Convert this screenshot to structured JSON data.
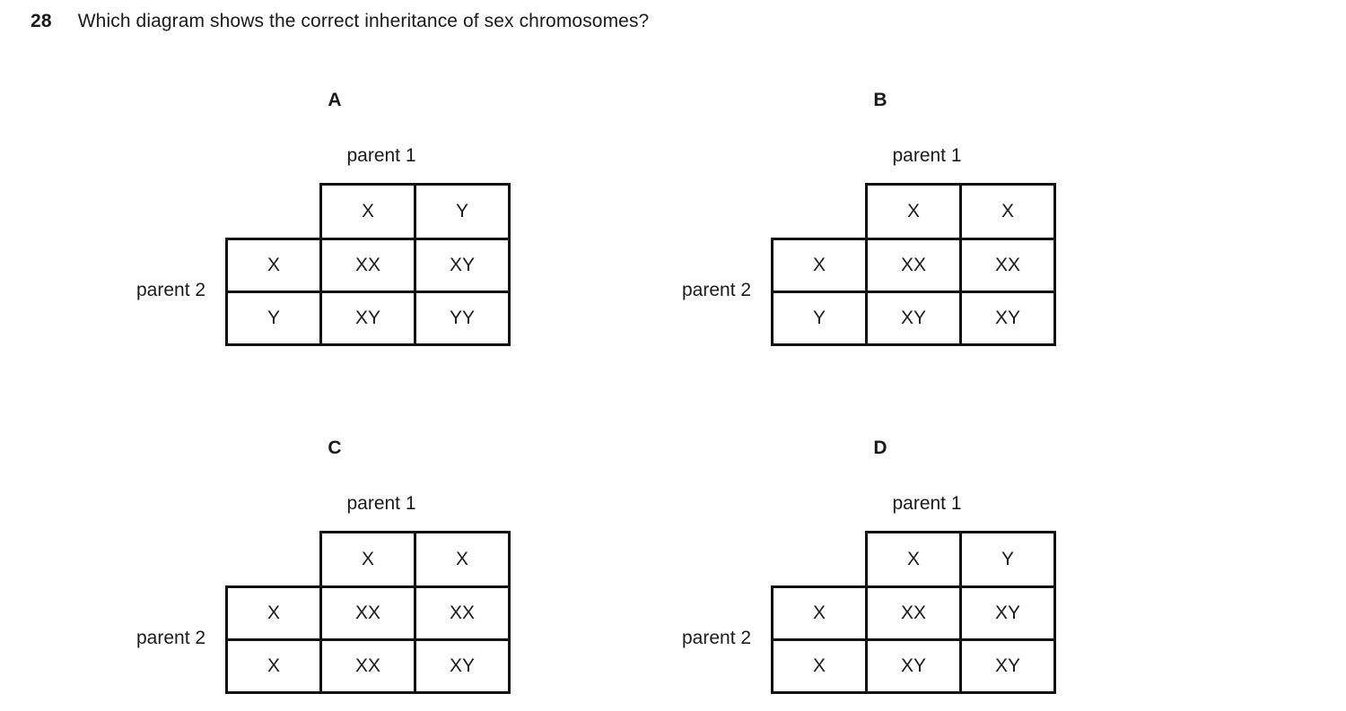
{
  "question": {
    "number": "28",
    "text": "Which diagram shows the correct inheritance of sex chromosomes?"
  },
  "labels": {
    "parent1": "parent 1",
    "parent2": "parent 2"
  },
  "style": {
    "border_color": "#111111",
    "text_color": "#1a1a1a",
    "background": "#ffffff"
  },
  "options": [
    {
      "letter": "A",
      "parent1_label": "parent 1",
      "parent2_label": "parent 2",
      "parent1_alleles": [
        "X",
        "Y"
      ],
      "parent2_alleles": [
        "X",
        "Y"
      ],
      "offspring": [
        [
          "XX",
          "XY"
        ],
        [
          "XY",
          "YY"
        ]
      ]
    },
    {
      "letter": "B",
      "parent1_label": "parent 1",
      "parent2_label": "parent 2",
      "parent1_alleles": [
        "X",
        "X"
      ],
      "parent2_alleles": [
        "X",
        "Y"
      ],
      "offspring": [
        [
          "XX",
          "XX"
        ],
        [
          "XY",
          "XY"
        ]
      ]
    },
    {
      "letter": "C",
      "parent1_label": "parent 1",
      "parent2_label": "parent 2",
      "parent1_alleles": [
        "X",
        "X"
      ],
      "parent2_alleles": [
        "X",
        "X"
      ],
      "offspring": [
        [
          "XX",
          "XX"
        ],
        [
          "XX",
          "XY"
        ]
      ]
    },
    {
      "letter": "D",
      "parent1_label": "parent 1",
      "parent2_label": "parent 2",
      "parent1_alleles": [
        "X",
        "Y"
      ],
      "parent2_alleles": [
        "X",
        "X"
      ],
      "offspring": [
        [
          "XX",
          "XY"
        ],
        [
          "XY",
          "XY"
        ]
      ]
    }
  ]
}
